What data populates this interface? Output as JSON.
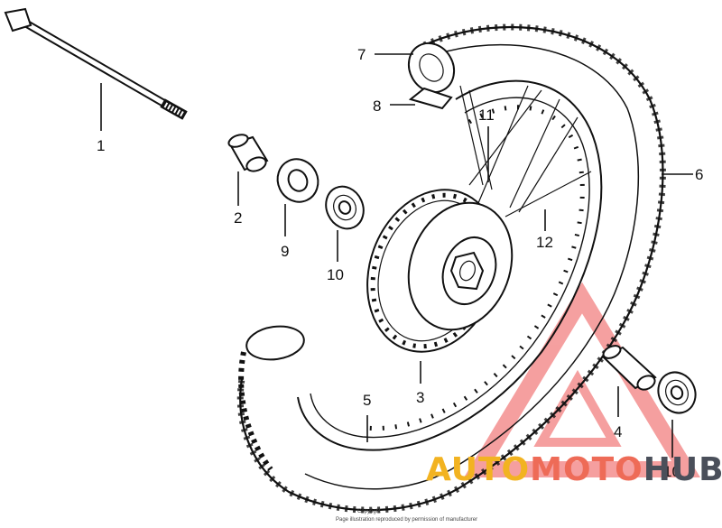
{
  "diagram": {
    "callouts": [
      {
        "id": "c1",
        "text": "1"
      },
      {
        "id": "c2",
        "text": "2"
      },
      {
        "id": "c3",
        "text": "3"
      },
      {
        "id": "c4",
        "text": "4"
      },
      {
        "id": "c5",
        "text": "5"
      },
      {
        "id": "c6",
        "text": "6"
      },
      {
        "id": "c7",
        "text": "7"
      },
      {
        "id": "c8",
        "text": "8"
      },
      {
        "id": "c9",
        "text": "9"
      },
      {
        "id": "c10a",
        "text": "10"
      },
      {
        "id": "c10b",
        "text": "10"
      },
      {
        "id": "c11",
        "text": "11"
      },
      {
        "id": "c12",
        "text": "12"
      }
    ],
    "footer_lines": [
      "Copyright",
      "Page illustration reproduced by permission of manufacturer"
    ]
  },
  "watermark": {
    "part1": "AUTO",
    "part2": "MOTO",
    "part3": "HUB",
    "colors": {
      "auto": "#f2b321",
      "moto": "#ee6b57",
      "hub": "#4a4f5a",
      "triangle": "#f28080"
    }
  }
}
